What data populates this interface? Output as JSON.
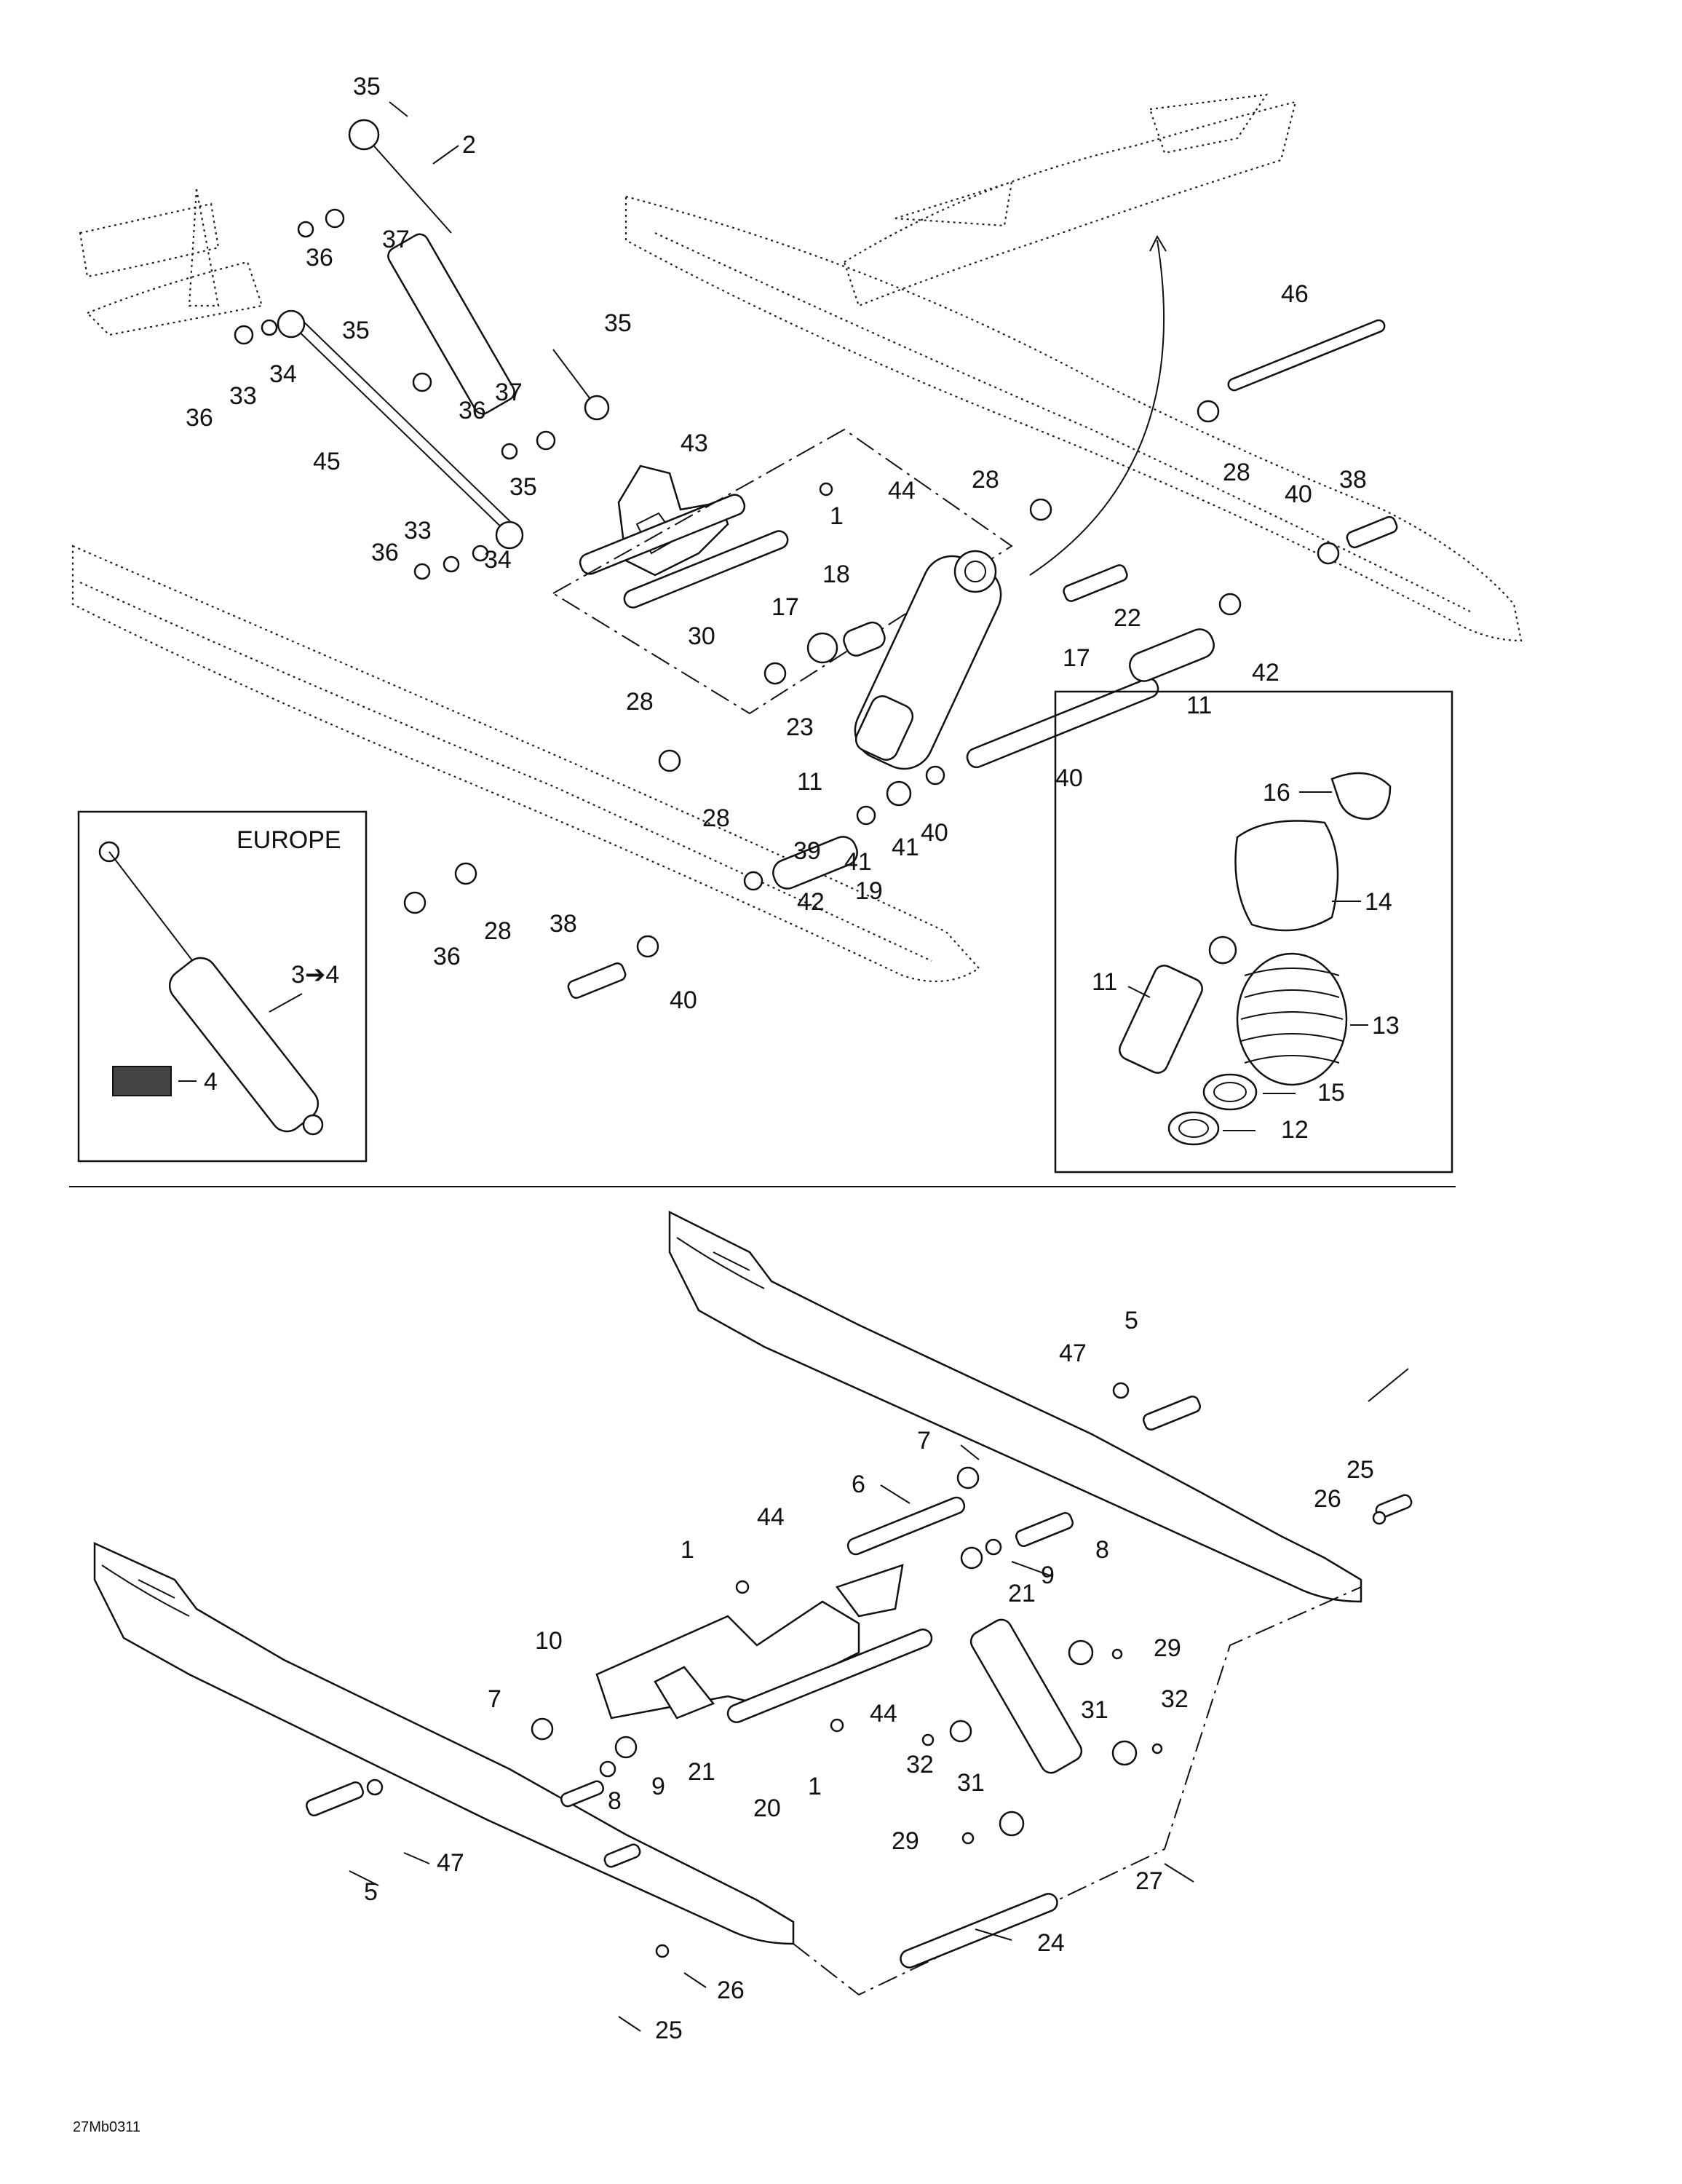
{
  "inset_europe": {
    "title": "EUROPE",
    "arrow_label": "3➔4",
    "label_4": "4"
  },
  "kit_box": {
    "labels": [
      "16",
      "14",
      "11",
      "13",
      "15",
      "12"
    ]
  },
  "callouts_top": [
    "35",
    "2",
    "37",
    "36",
    "35",
    "34",
    "33",
    "36",
    "35",
    "37",
    "36",
    "45",
    "35",
    "33",
    "36",
    "34",
    "43",
    "44",
    "1",
    "30",
    "28",
    "28",
    "46",
    "38",
    "40",
    "28",
    "18",
    "17",
    "22",
    "17",
    "23",
    "11",
    "42",
    "40",
    "39",
    "28",
    "40",
    "41",
    "19",
    "41",
    "42",
    "36",
    "28",
    "38",
    "40",
    "11"
  ],
  "callouts_bottom": [
    "5",
    "47",
    "25",
    "26",
    "7",
    "6",
    "8",
    "44",
    "1",
    "21",
    "9",
    "10",
    "7",
    "21",
    "8",
    "9",
    "20",
    "44",
    "1",
    "29",
    "31",
    "32",
    "32",
    "31",
    "29",
    "27",
    "24",
    "5",
    "47",
    "26",
    "25"
  ],
  "reference_code": "27Mb0311"
}
